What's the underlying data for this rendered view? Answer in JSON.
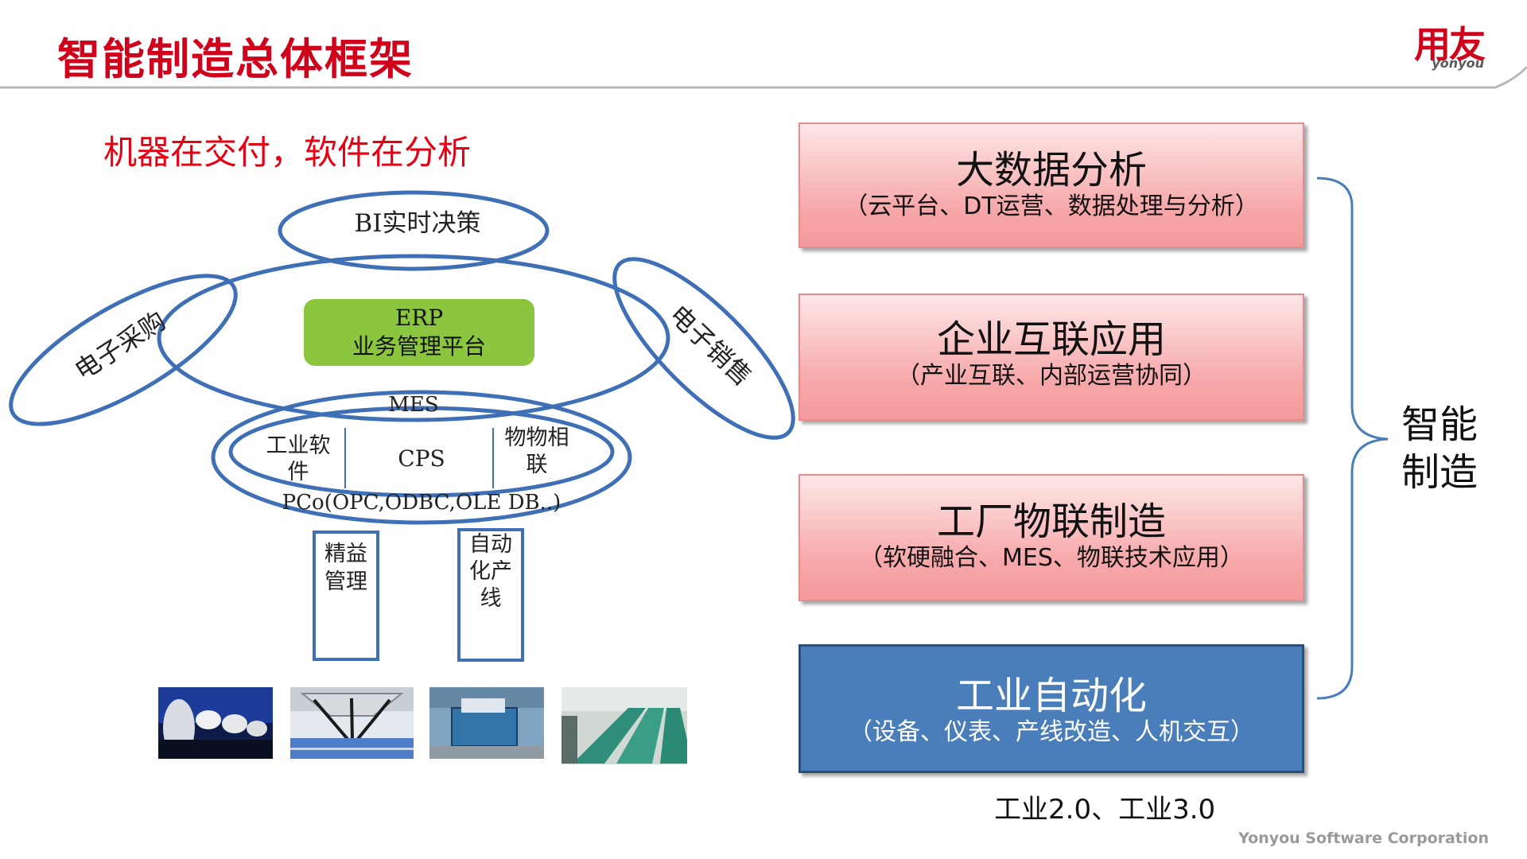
{
  "header": {
    "title": "智能制造总体框架",
    "logo_cn": "用友",
    "logo_en": "yonyou"
  },
  "left": {
    "tagline": "机器在交付，软件在分析",
    "bi_label": "BI实时决策",
    "erp_line1": "ERP",
    "erp_line2": "业务管理平台",
    "mes_label": "MES",
    "purchase_label": "电子采购",
    "sales_label": "电子销售",
    "industrial_software": "工业软件",
    "cps_label": "CPS",
    "iot_label": "物物相联",
    "pco_label": "PCo(OPC,ODBC,OLE DB..)",
    "lean_label": "精益管理",
    "automation_line_label": "自动化产线"
  },
  "layers": [
    {
      "title": "大数据分析",
      "subtitle": "（云平台、DT运营、数据处理与分析）"
    },
    {
      "title": "企业互联应用",
      "subtitle": "（产业互联、内部运营协同）"
    },
    {
      "title": "工厂物联制造",
      "subtitle": "（软硬融合、MES、物联技术应用）"
    },
    {
      "title": "工业自动化",
      "subtitle": "（设备、仪表、产线改造、人机交互）"
    }
  ],
  "bracket_label": "智能制造",
  "industry_label": "工业2.0、工业3.0",
  "footer": "Yonyou Software Corporation",
  "colors": {
    "title_red": "#d0021b",
    "oval_blue": "#3f6fb5",
    "erp_green": "#8cc63e",
    "layer_pink": "#f7a7a9",
    "layer_blue": "#4a7ebb"
  }
}
